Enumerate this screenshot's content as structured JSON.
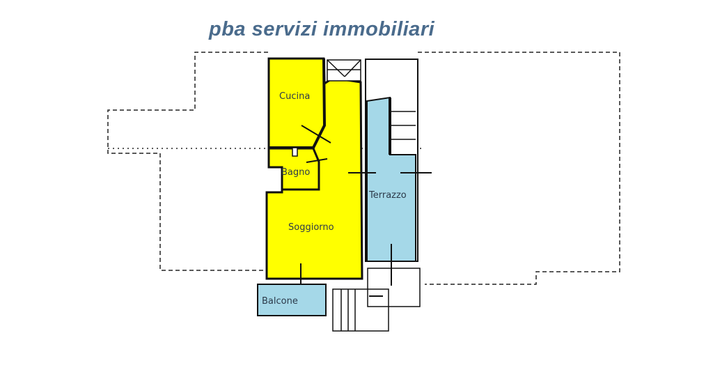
{
  "brand": "pba servizi immobiliari",
  "rooms": [
    {
      "name": "Cucina",
      "type": "interior"
    },
    {
      "name": "Bagno",
      "type": "interior"
    },
    {
      "name": "Soggiorno",
      "type": "interior"
    },
    {
      "name": "Terrazzo",
      "type": "exterior"
    },
    {
      "name": "Balcone",
      "type": "exterior"
    }
  ],
  "colors": {
    "interior": "#ffff00",
    "exterior": "#a5d8e8",
    "brand": "#4a6b8c",
    "walls": "#111111"
  }
}
